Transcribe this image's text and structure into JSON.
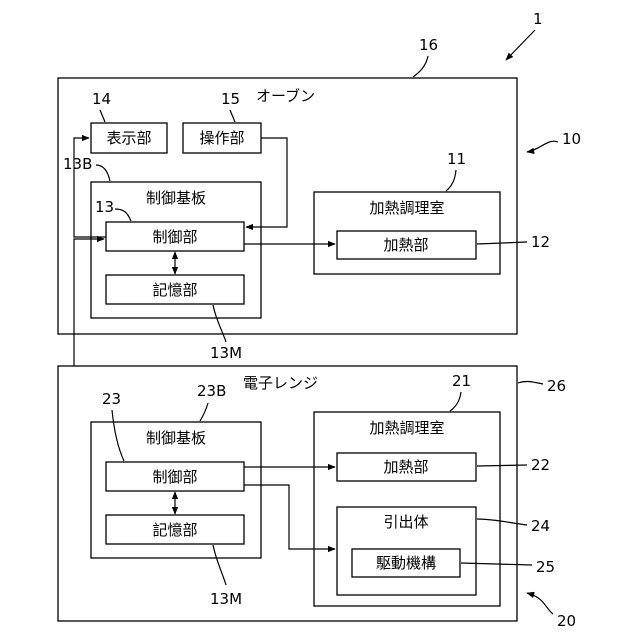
{
  "figure_number": "1",
  "top_unit": {
    "ref": "10",
    "outer_ref": "16",
    "title": "オーブン",
    "display": {
      "ref": "14",
      "label": "表示部"
    },
    "operation": {
      "ref": "15",
      "label": "操作部"
    },
    "board": {
      "ref": "13B",
      "label": "制御基板"
    },
    "controller": {
      "ref": "13",
      "label": "制御部"
    },
    "memory": {
      "ref": "13M",
      "label": "記憶部"
    },
    "chamber": {
      "ref": "11",
      "label": "加熱調理室"
    },
    "heater": {
      "ref": "12",
      "label": "加熱部"
    }
  },
  "bottom_unit": {
    "ref": "20",
    "outer_ref": "26",
    "title": "電子レンジ",
    "board": {
      "ref": "23B",
      "label": "制御基板"
    },
    "controller": {
      "ref": "23",
      "label": "制御部"
    },
    "memory": {
      "ref": "13M",
      "label": "記憶部"
    },
    "chamber": {
      "ref": "21",
      "label": "加熱調理室"
    },
    "heater": {
      "ref": "22",
      "label": "加熱部"
    },
    "drawer": {
      "ref": "24",
      "label": "引出体"
    },
    "drive": {
      "ref": "25",
      "label": "駆動機構"
    }
  }
}
